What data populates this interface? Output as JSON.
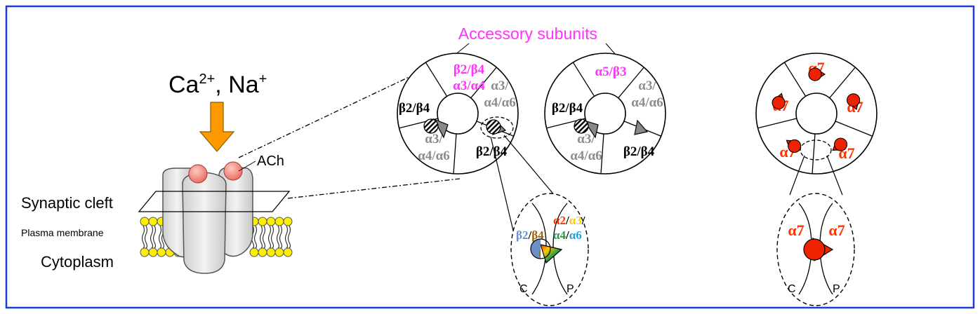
{
  "ions": {
    "ca": "Ca",
    "ca_sup": "2+",
    "sep": ", ",
    "na": "Na",
    "na_sup": "+"
  },
  "labels": {
    "ach": "ACh",
    "synaptic_cleft": "Synaptic cleft",
    "plasma_membrane": "Plasma membrane",
    "cytoplasm": "Cytoplasm",
    "accessory_subunits": "Accessory subunits"
  },
  "receptor1": {
    "top_l1": "β2/β4",
    "top_l2": "α3/α4",
    "right_l1": "α3/",
    "right_l2": "α4/α6",
    "left": "β2/β4",
    "lowleft_l1": "α3/",
    "lowleft_l2": "α4/α6",
    "lowright": "β2/β4"
  },
  "receptor2": {
    "top": "α5/β3",
    "right_l1": "α3/",
    "right_l2": "α4/α6",
    "left": "β2/β4",
    "lowleft_l1": "α3/",
    "lowleft_l2": "α4/α6",
    "lowright": "β2/β4"
  },
  "receptor3": {
    "subunit": "α7"
  },
  "detail1": {
    "b2": "β2",
    "slash": "/",
    "b4": "β4",
    "a2": "α2",
    "a3": "α3",
    "a4": "α4",
    "a6": "α6",
    "c": "C",
    "p": "P"
  },
  "detail2": {
    "left": "α7",
    "right": "α7",
    "c": "C",
    "p": "P"
  },
  "colors": {
    "frame": "#1f3ccf",
    "accessory": "#ff33ff",
    "grey_text": "#8c8c8c",
    "alpha7": "#ff3300",
    "arrow": "#ff9900",
    "lipid": "#ffee00",
    "b2": "#6b8fc7",
    "b4": "#a0600b",
    "a2": "#ff3300",
    "a3": "#ffcc00",
    "a4": "#2a9a4a",
    "a6": "#1ea0e0"
  }
}
